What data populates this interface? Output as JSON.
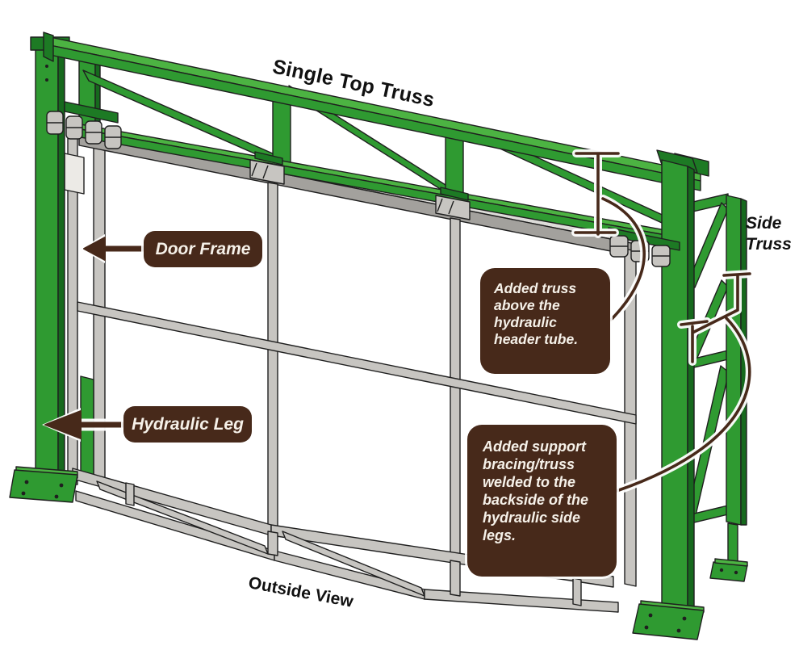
{
  "diagram": {
    "title": "Hydraulic bi-fold door truss diagram",
    "labels": {
      "single_top_truss": "Single Top Truss",
      "side_truss": "Side\nTruss",
      "outside_view": "Outside View"
    },
    "tags": {
      "door_frame": "Door Frame",
      "hydraulic_leg": "Hydraulic Leg"
    },
    "callouts": {
      "header_truss": "Added truss above the hydraulic header tube.",
      "side_bracing": "Added support bracing/truss welded to the backside of the hydraulic side legs."
    },
    "colors": {
      "truss_green": "#2f9a31",
      "truss_green_light": "#4cb342",
      "truss_green_dark": "#16691d",
      "frame_gray": "#c7c5c1",
      "frame_gray_light": "#dedddA",
      "frame_gray_dark": "#9f9d99",
      "annotation_brown": "#47291a",
      "annotation_text": "#f6f1e9",
      "outline_black": "#1f1f1f",
      "background": "#ffffff"
    }
  }
}
